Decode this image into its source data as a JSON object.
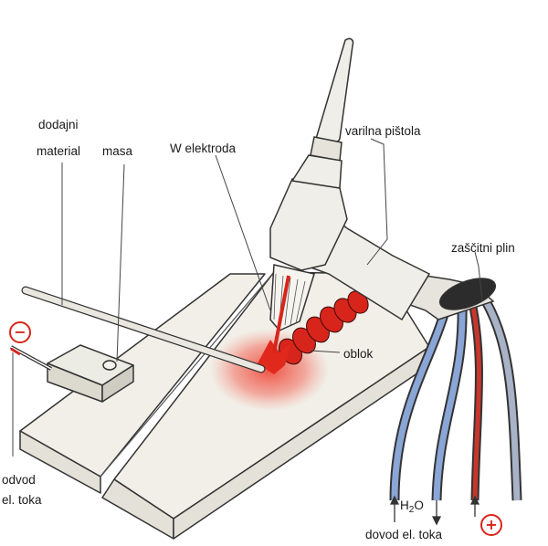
{
  "labels": {
    "filler_line1": "dodajni",
    "filler_line2": "material",
    "ground": "masa",
    "electrode": "W elektroda",
    "torch": "varilna pištola",
    "shield_gas": "zaščitni plin",
    "arc": "oblok",
    "out_line1": "odvod",
    "out_line2": "el. toka",
    "water_main": "H",
    "water_sub": "2",
    "water_tail": "O",
    "supply": "dovod el. toka"
  },
  "symbols": {
    "minus": "−",
    "plus": "+"
  },
  "colors": {
    "weld_red": "#d8251c",
    "plate": "#f1efe8",
    "outline": "#333333",
    "hose_blue": "#8aa6d6",
    "torch_fill": "#efeee8"
  }
}
